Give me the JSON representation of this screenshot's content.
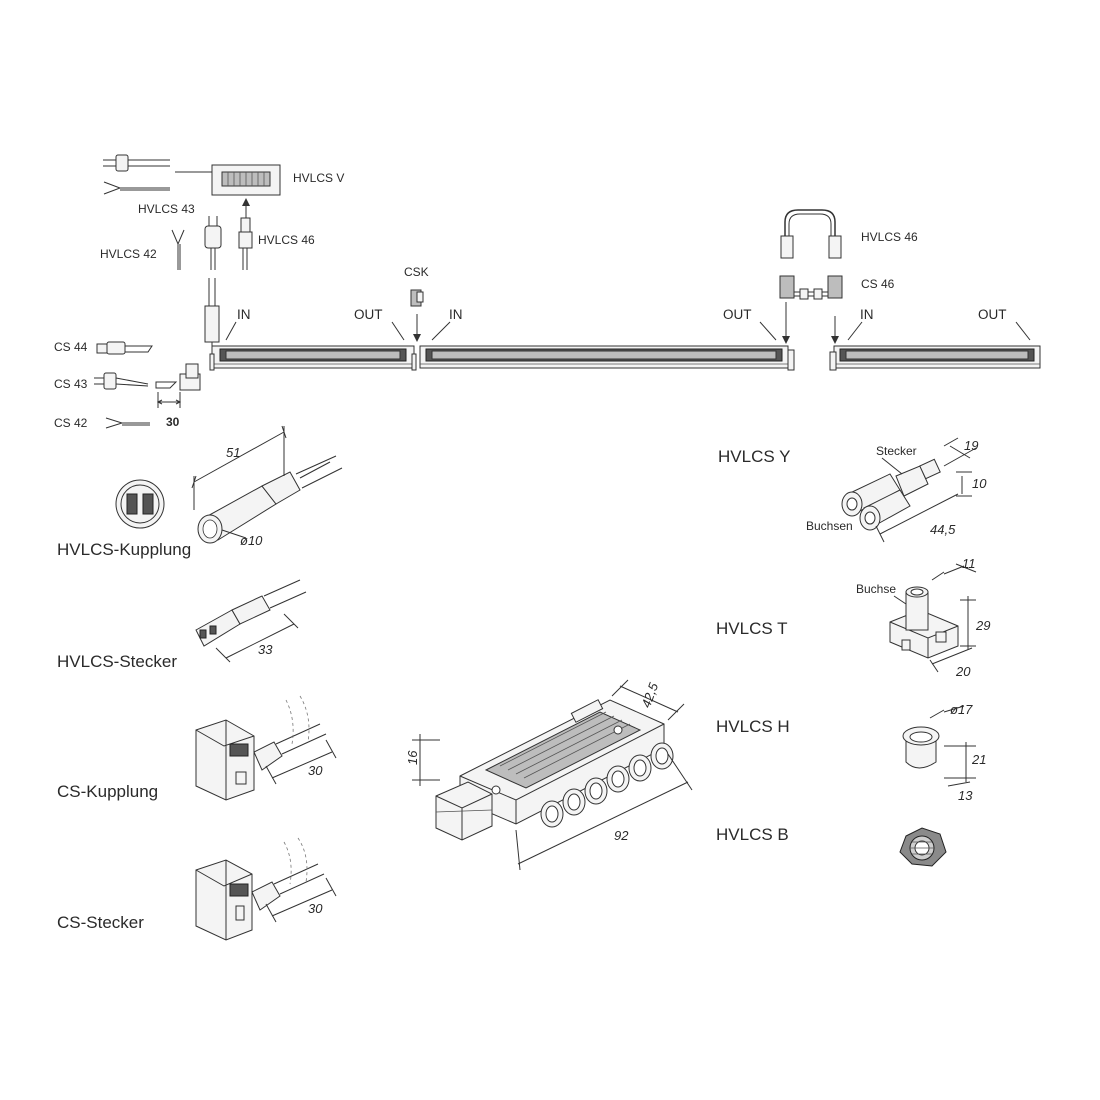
{
  "top_labels": {
    "hvlcs_v": "HVLCS V",
    "hvlcs_43": "HVLCS 43",
    "hvlcs_46_left": "HVLCS 46",
    "hvlcs_42": "HVLCS 42",
    "csk": "CSK",
    "hvlcs_46_right": "HVLCS 46",
    "cs_46": "CS 46",
    "cs_44": "CS 44",
    "cs_43": "CS 43",
    "cs_42": "CS 42"
  },
  "io_labels": {
    "in_1": "IN",
    "out_1": "OUT",
    "in_2": "IN",
    "out_2": "OUT",
    "in_3": "IN",
    "out_3": "OUT"
  },
  "components": {
    "kupplung": {
      "name": "HVLCS-Kupplung",
      "dim_length": "51",
      "dim_diameter": "ø10"
    },
    "stecker": {
      "name": "HVLCS-Stecker",
      "dim_length": "33"
    },
    "cs_kupplung": {
      "name": "CS-Kupplung",
      "dim_length": "30"
    },
    "cs_stecker": {
      "name": "CS-Stecker",
      "dim_length": "30"
    },
    "distributor": {
      "dim_height": "16",
      "dim_depth": "42,5",
      "dim_length": "92"
    },
    "hvlcs_y": {
      "name": "HVLCS Y",
      "label_stecker": "Stecker",
      "label_buchsen": "Buchsen",
      "dim_w": "19",
      "dim_h": "10",
      "dim_l": "44,5"
    },
    "hvlcs_t": {
      "name": "HVLCS T",
      "label_buchse": "Buchse",
      "dim_w": "11",
      "dim_h": "29",
      "dim_l": "20"
    },
    "hvlcs_h": {
      "name": "HVLCS H",
      "dim_d": "ø17",
      "dim_h": "21",
      "dim_l": "13"
    },
    "hvlcs_b": {
      "name": "HVLCS B"
    }
  },
  "cs43_offset": "30"
}
